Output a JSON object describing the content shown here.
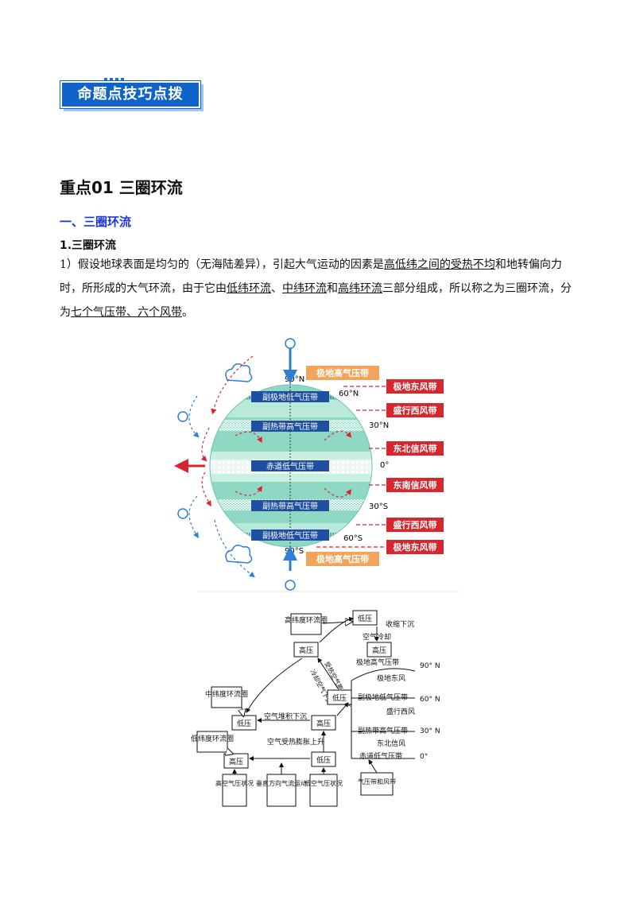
{
  "banner": {
    "label": "命题点技巧点拨"
  },
  "heading": {
    "title": "重点01  三圈环流"
  },
  "section": {
    "title": "一、三圈环流"
  },
  "subsection": {
    "title": "1.三圈环流"
  },
  "paragraph": {
    "t1": "1）假设地球表面是均匀的（无海陆差异），引起大气运动的因素是",
    "u1": "高低纬之间的受热不均",
    "t2": "和地转偏向力时，所形成的大气环流，由于它由",
    "u2": "低纬环流",
    "t3": "、",
    "u3": "中纬环流",
    "t4": "和",
    "u4": "高纬环流",
    "t5": "三部分组成，所以称之为三圈环流，分为",
    "u5": "七个气压带、六个风带",
    "t6": "。"
  },
  "globe_figure": {
    "pressure_belts": {
      "polar_high_n": "极地高气压带",
      "subpolar_low_n": "副极地低气压带",
      "subtropical_high_n": "副热带高气压带",
      "equatorial_low": "赤道低气压带",
      "subtropical_high_s": "副热带高气压带",
      "subpolar_low_s": "副极地低气压带",
      "polar_high_s": "极地高气压带"
    },
    "latitudes": {
      "n90": "90°N",
      "n60": "60°N",
      "n30": "30°N",
      "eq": "0°",
      "s30": "30°S",
      "s60": "60°S",
      "s90": "90°S"
    },
    "wind_belts": [
      "极地东风带",
      "盛行西风带",
      "东北信风带",
      "东南信风带",
      "盛行西风带",
      "极地东风带"
    ],
    "colors": {
      "wind_label": "#d7262e",
      "polar_label": "#f2a55a",
      "belt_box": "#1f4fa0",
      "globe": "#8fd9c4"
    }
  },
  "flow_diagram": {
    "low_top": "低压",
    "high_lat_circ": "高纬度环流圈",
    "shrink_sink": "收缩下沉",
    "air_cool": "空气冷却",
    "high_upper": "高压",
    "high_ground": "高压",
    "polar_high": "极地高气压带",
    "heated_rise": "受热空气膨胀上升",
    "cooled_sink": "冷却空气下沉",
    "lat90": "90° N",
    "lat60": "60° N",
    "lat30": "30° N",
    "lat0": "0°",
    "polar_east": "极地东风",
    "westerly": "盛行西风",
    "mid_circ": "中纬度环流圈",
    "low_mid": "低压",
    "accumulate_sink": "空气堆积下沉",
    "high_mid": "高压",
    "subpolar_low": "副极地低气压带",
    "low_lat_circ": "低纬度环流圈",
    "subtropical_high": "副热带高气压带",
    "ne_trade": "东北信风",
    "heat_expand": "空气受热膨胀上升",
    "high_low": "高压",
    "low_low": "低压",
    "eq_low": "赤道低气压带",
    "low_near_low": "低压",
    "high_air": "高空气压状况",
    "vertical": "垂直方向气流运动",
    "low_air": "低空气压状况",
    "belts_winds": "气压带和风带"
  }
}
